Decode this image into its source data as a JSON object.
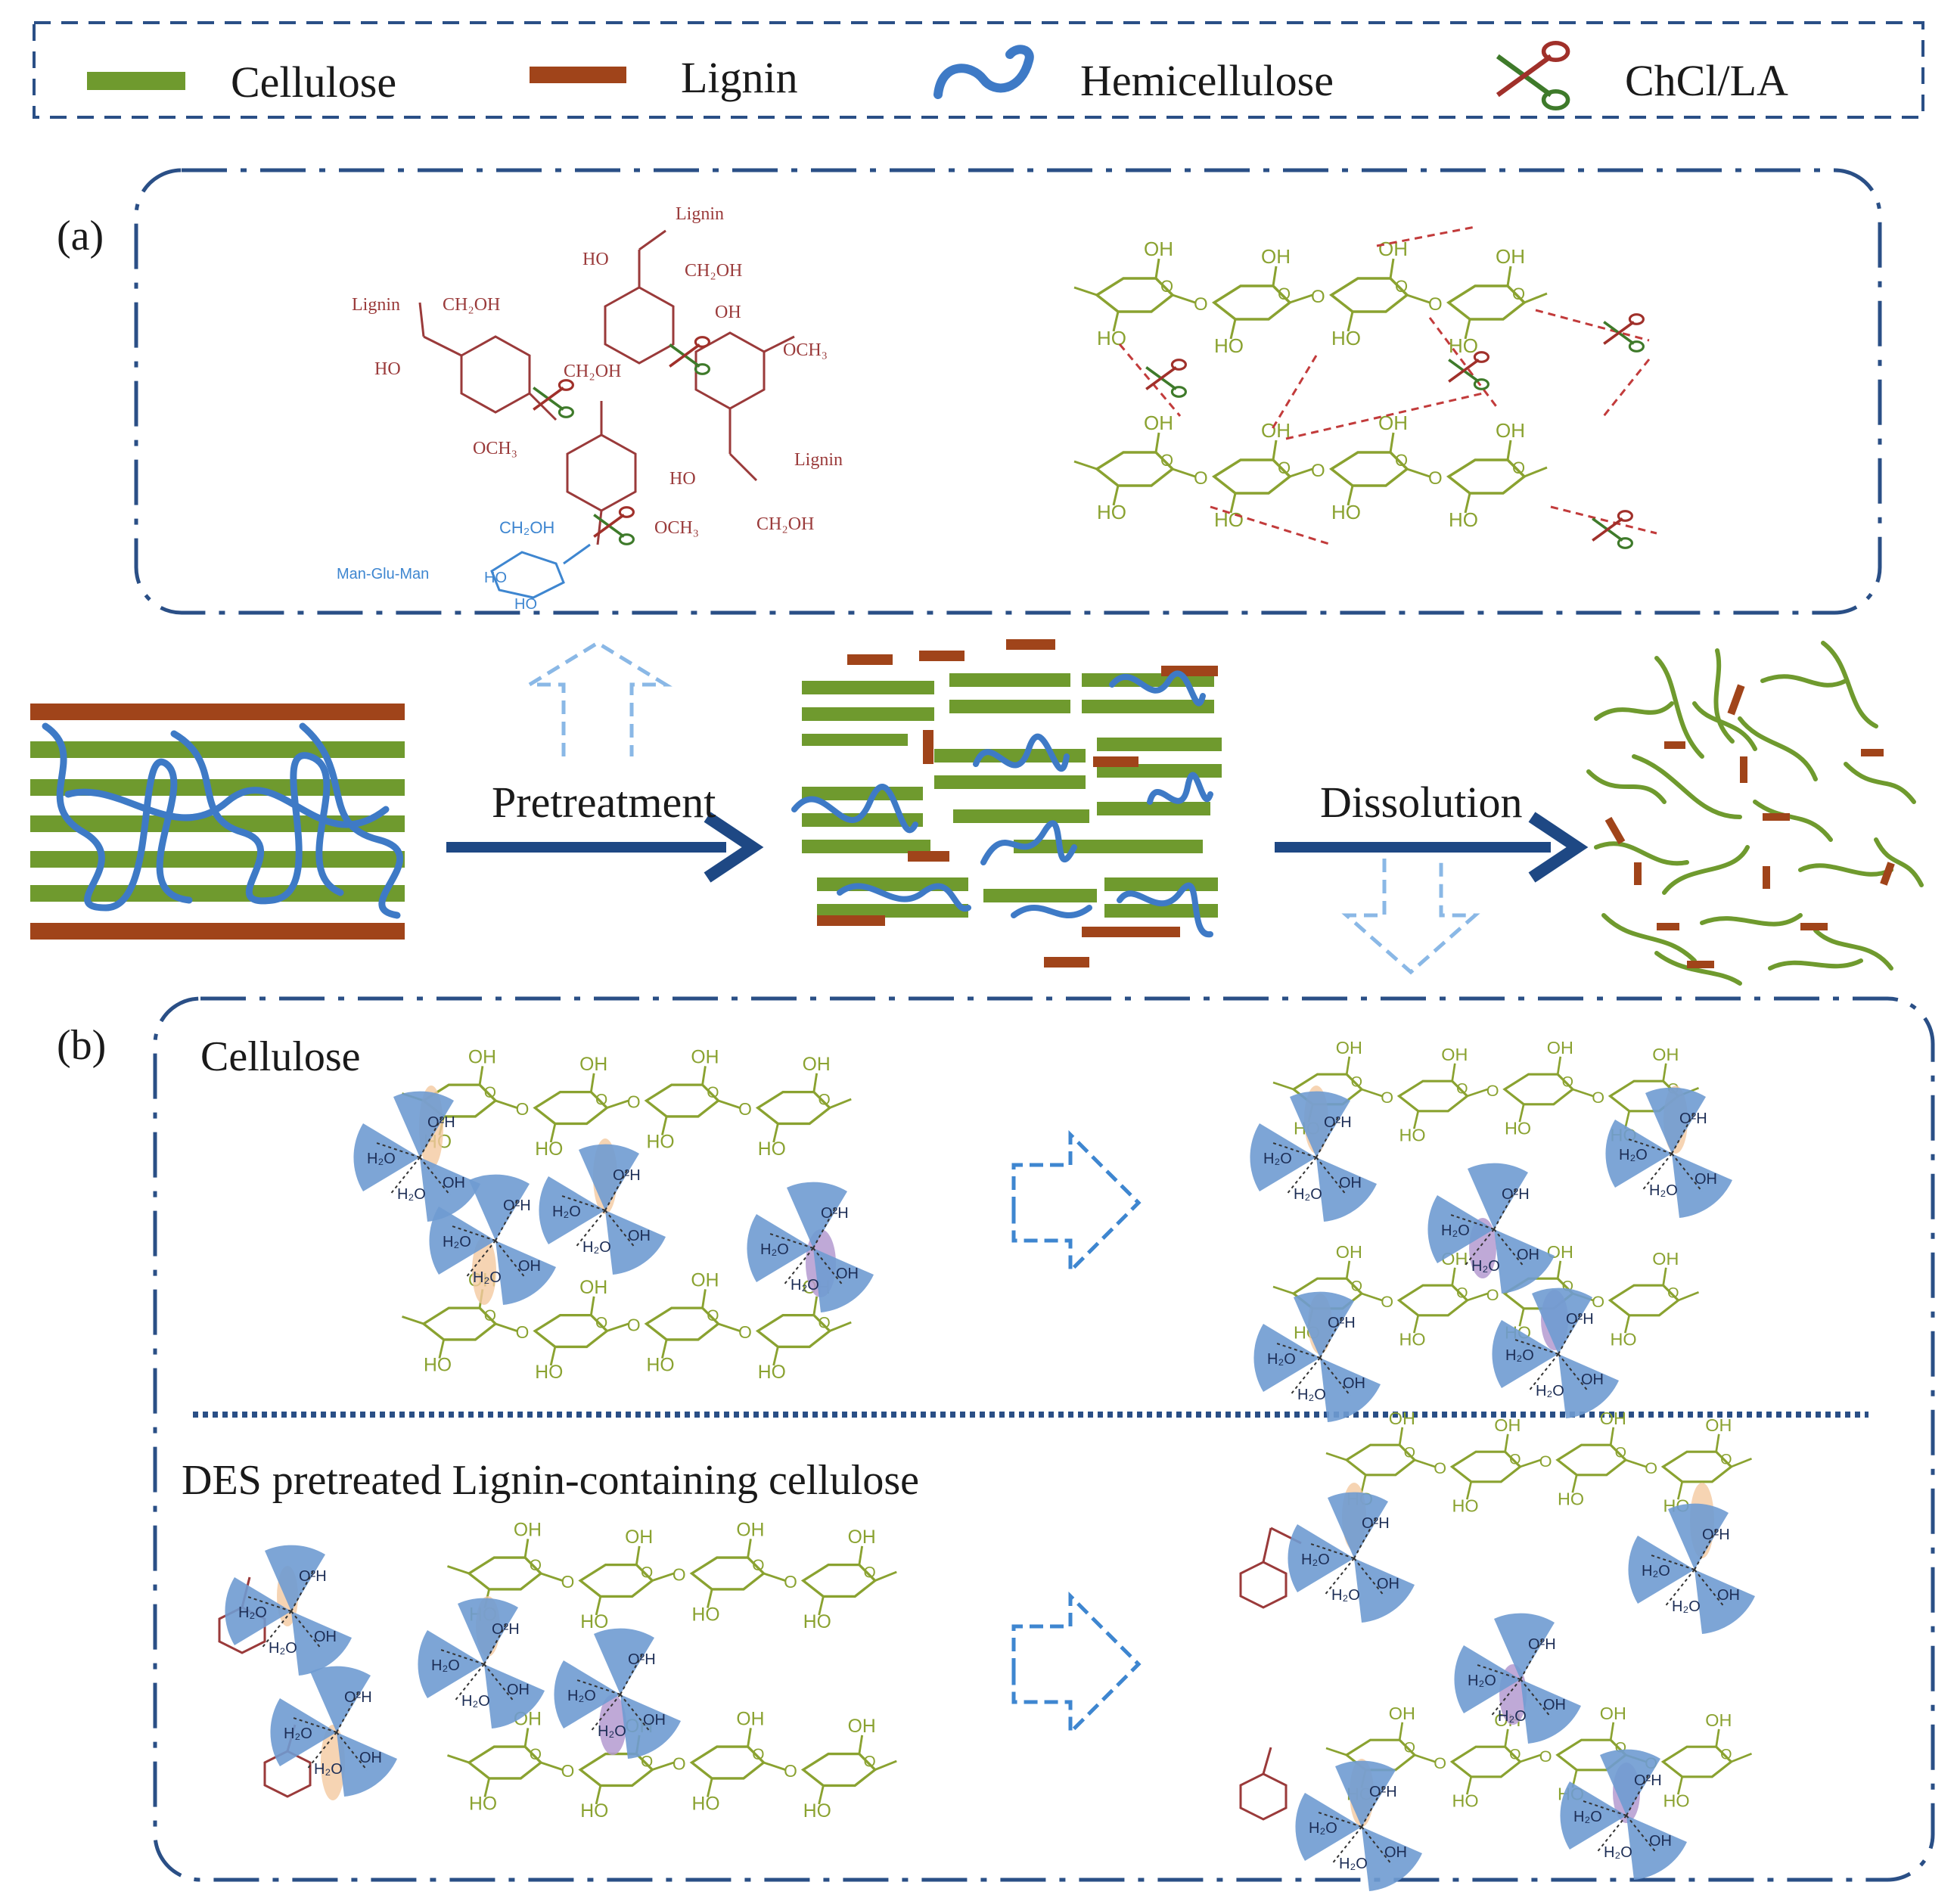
{
  "legend": {
    "items": [
      {
        "label": "Cellulose"
      },
      {
        "label": "Lignin"
      },
      {
        "label": "Hemicellulose"
      },
      {
        "label": "ChCl/LA"
      }
    ]
  },
  "panel_a": {
    "label": "(a)",
    "lignin_texts": [
      "Lignin",
      "HO",
      "CH₂OH",
      "Lignin",
      "CH₂OH",
      "HO",
      "OH",
      "OCH₃",
      "OCH₃",
      "Lignin",
      "HO",
      "OCH₃",
      "CH₂OH",
      "CH₂OH"
    ],
    "hemi_texts": [
      "Man-Glu-Man",
      "CH₂OH",
      "HO",
      "HO"
    ]
  },
  "process": {
    "step1": "Pretreatment",
    "step2": "Dissolution"
  },
  "panel_b": {
    "label": "(b)",
    "row1_title": "Cellulose",
    "row2_title": "DES pretreated Lignin-containing cellulose"
  },
  "colors": {
    "cellulose": "#6f9a2e",
    "lignin": "#a0441a",
    "hemicellulose": "#3e7ac6",
    "frame": "#2a4f86",
    "arrow": "#1e4884",
    "hbond": "#c23b3b",
    "ion_shell": "#6f9bd2",
    "orange_hl": "#f4c9a0",
    "purple_hl": "#b49ad0"
  },
  "icons": [
    "scissors-icon",
    "outline-arrow-icon"
  ]
}
